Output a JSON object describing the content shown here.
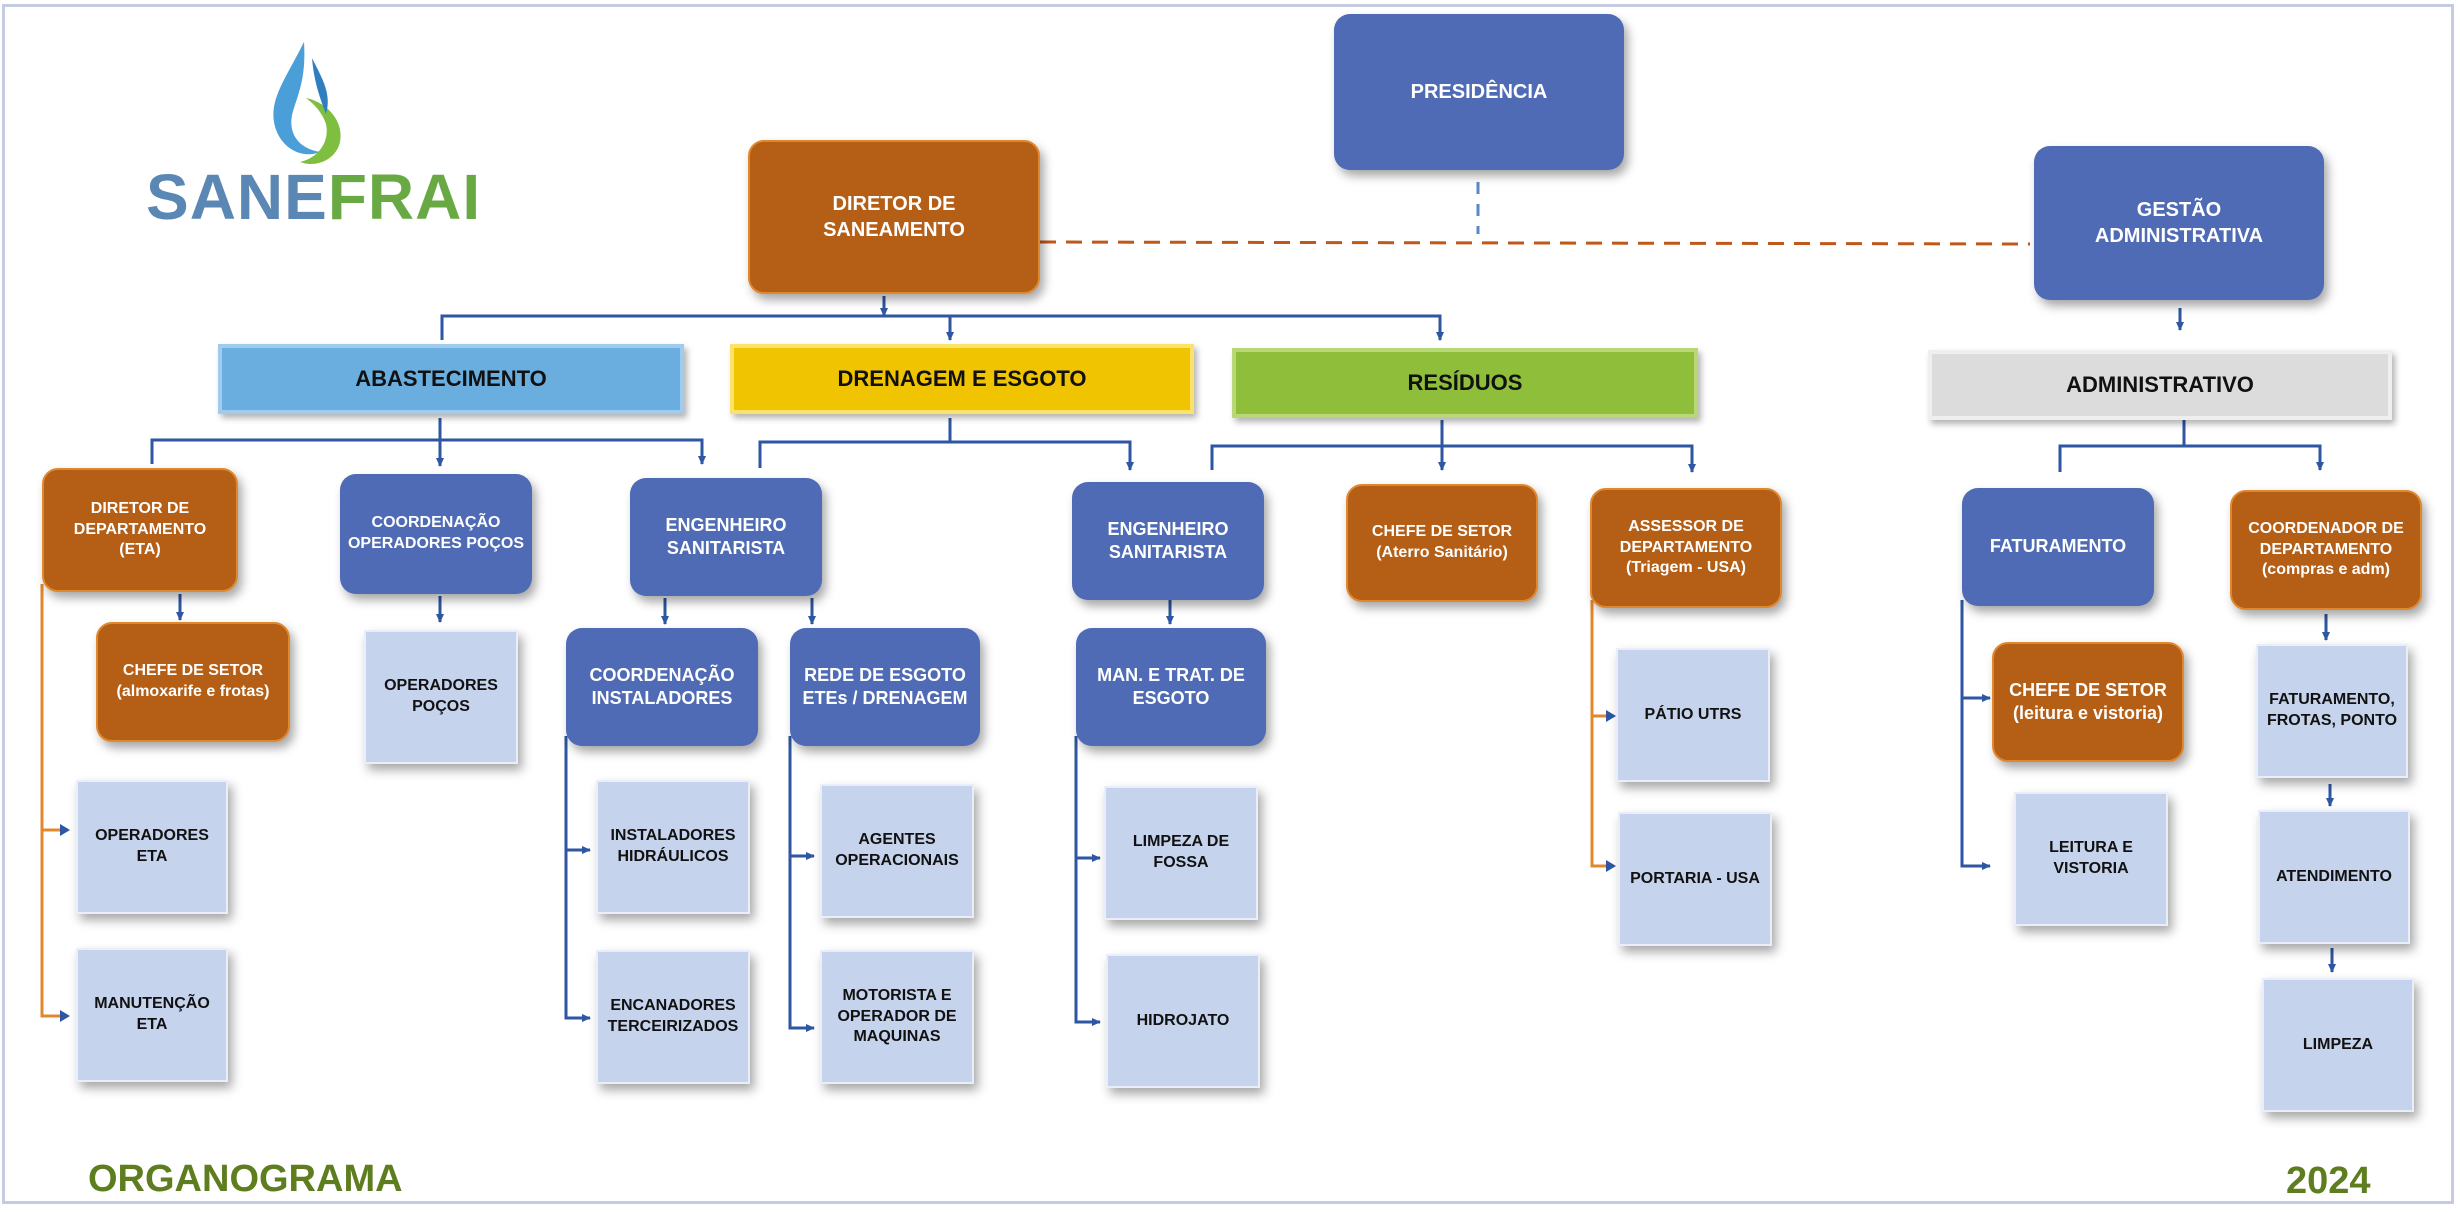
{
  "logo": {
    "part1": "SANE",
    "part2": "FRAI",
    "color1": "#5b87b5",
    "color2": "#69a944"
  },
  "footer": {
    "title": "ORGANOGRAMA",
    "year": "2024",
    "color": "#5e7d1f"
  },
  "colors": {
    "dark": "#4f6bb5",
    "orange": "#b45e16",
    "light": "#c6d3ec",
    "connector": "#2e56a3",
    "dashed": "#c0581a"
  },
  "nodes": {
    "presidencia": "PRESIDÊNCIA",
    "diretor_saneamento": "DIRETOR DE\nSANEAMENTO",
    "gestao_administrativa": "GESTÃO\nADMINISTRATIVA",
    "abastecimento": "ABASTECIMENTO",
    "drenagem_esgoto": "DRENAGEM E ESGOTO",
    "residuos": "RESÍDUOS",
    "administrativo": "ADMINISTRATIVO",
    "diretor_departamento_eta": "DIRETOR DE\nDEPARTAMENTO\n(ETA)",
    "chefe_almoxarife": "CHEFE DE SETOR\n(almoxarife e frotas)",
    "operadores_eta": "OPERADORES\nETA",
    "manutencao_eta": "MANUTENÇÃO\nETA",
    "coord_operadores_pocos": "COORDENAÇÃO\nOPERADORES POÇOS",
    "operadores_pocos": "OPERADORES\nPOÇOS",
    "eng_sanitarista_1": "ENGENHEIRO\nSANITARISTA",
    "coord_instaladores": "COORDENAÇÃO\nINSTALADORES",
    "instaladores_hidraulicos": "INSTALADORES\nHIDRÁULICOS",
    "encanadores": "ENCANADORES\nTERCEIRIZADOS",
    "rede_esgoto": "REDE DE ESGOTO\nETEs / DRENAGEM",
    "agentes_operacionais": "AGENTES\nOPERACIONAIS",
    "motorista": "MOTORISTA E\nOPERADOR DE\nMAQUINAS",
    "eng_sanitarista_2": "ENGENHEIRO\nSANITARISTA",
    "man_trat_esgoto": "MAN. E TRAT. DE\nESGOTO",
    "limpeza_fossa": "LIMPEZA DE\nFOSSA",
    "hidrojato": "HIDROJATO",
    "chefe_aterro": "CHEFE DE SETOR\n(Aterro Sanitário)",
    "assessor_triagem": "ASSESSOR DE\nDEPARTAMENTO\n(Triagem - USA)",
    "patio_utrs": "PÁTIO UTRS",
    "portaria_usa": "PORTARIA - USA",
    "faturamento": "FATURAMENTO",
    "chefe_leitura": "CHEFE DE SETOR\n(leitura e vistoria)",
    "leitura_vistoria": "LEITURA E\nVISTORIA",
    "coord_compras": "COORDENADOR DE\nDEPARTAMENTO\n(compras e adm)",
    "faturamento_frotas": "FATURAMENTO,\nFROTAS, PONTO",
    "atendimento": "ATENDIMENTO",
    "limpeza": "LIMPEZA"
  }
}
